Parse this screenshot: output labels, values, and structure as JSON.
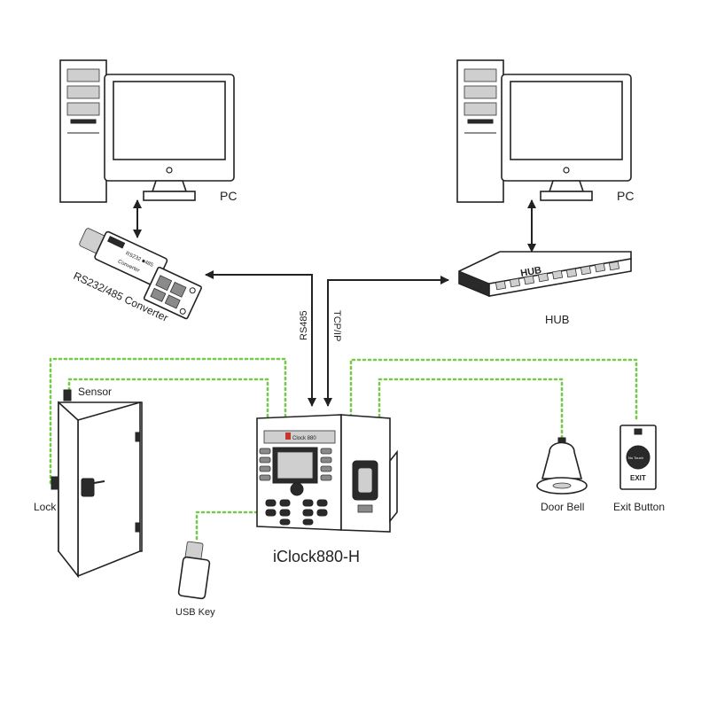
{
  "labels": {
    "pc_left": "PC",
    "pc_right": "PC",
    "converter": "RS232/485 Converter",
    "converter_plate_top": "RS232 ■485",
    "converter_plate_bottom": "Converter",
    "hub": "HUB",
    "hub_plate": "HUB",
    "rs485": "RS485",
    "tcpip": "TCP/IP",
    "sensor": "Sensor",
    "lock": "Lock",
    "device": "iClock880-H",
    "device_brand": "Clock 880",
    "usb_key": "USB Key",
    "door_bell": "Door Bell",
    "exit_button": "Exit Button",
    "exit_plate_top": "No Touch",
    "exit_plate_bottom": "EXIT"
  },
  "colors": {
    "line": "#222222",
    "dotted_wire": "#77c94c",
    "device_body": "#ffffff"
  }
}
